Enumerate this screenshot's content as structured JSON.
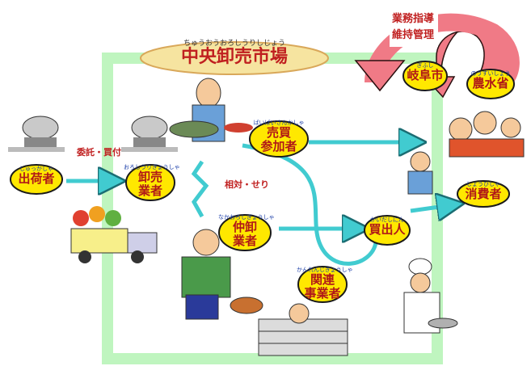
{
  "title": {
    "ruby": "ちゅうおうおろしうりしじょう",
    "text": "中央卸売市場"
  },
  "callouts": {
    "guidance": [
      "業務指導",
      "維持管理"
    ],
    "consign": "委託・買付",
    "negotiation": "相対・せり"
  },
  "nodes": {
    "shipper": {
      "ruby": "しゅっかしゃ",
      "lines": [
        "出荷者"
      ]
    },
    "wholesaler": {
      "ruby": "おろしうりぎょうしゃ",
      "lines": [
        "卸売",
        "業者"
      ]
    },
    "auction_participant": {
      "ruby": "ばいばいさんかしゃ",
      "lines": [
        "売買",
        "参加者"
      ]
    },
    "intermediate": {
      "ruby": "なかおろしぎょうしゃ",
      "lines": [
        "仲卸",
        "業者"
      ]
    },
    "buyer": {
      "ruby": "かいだしにん",
      "lines": [
        "買出人"
      ]
    },
    "related_business": {
      "ruby": "かんれんじぎょうしゃ",
      "lines": [
        "関連",
        "事業者"
      ]
    },
    "consumer": {
      "ruby": "しょうひしゃ",
      "lines": [
        "消費者"
      ]
    },
    "gifu_city": {
      "ruby": "ぎふし",
      "lines": [
        "岐阜市"
      ]
    },
    "ministry": {
      "ruby": "のうすいしょう",
      "lines": [
        "農水省"
      ]
    }
  },
  "colors": {
    "market_frame": "#bff5bf",
    "node_fill": "#ffe800",
    "arrow": "#41cbd0",
    "guidance_arrow": "#f07a86",
    "title_fill": "#f6e4a0"
  },
  "icons": {
    "shipper": "satellite-dish-icon",
    "wholesaler": "satellite-dish-icon",
    "auctioneer": "fish-auctioneer-icon",
    "truck": "produce-truck-icon",
    "vendor": "vegetable-vendor-icon",
    "family": "family-icon",
    "chef": "chef-icon",
    "counter": "food-counter-icon"
  }
}
